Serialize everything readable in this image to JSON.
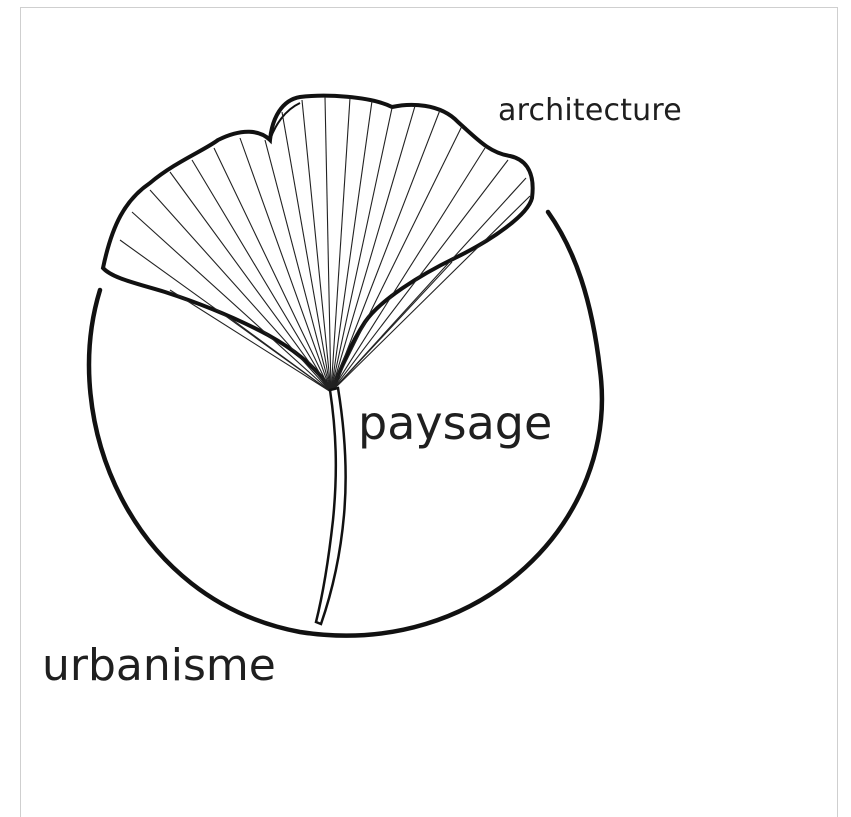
{
  "labels": {
    "architecture": "architecture",
    "paysage": "paysage",
    "urbanisme": "urbanisme"
  },
  "logo": {
    "emblem": "ginkgo-leaf-icon",
    "stroke_color": "#111111",
    "background": "#ffffff"
  }
}
